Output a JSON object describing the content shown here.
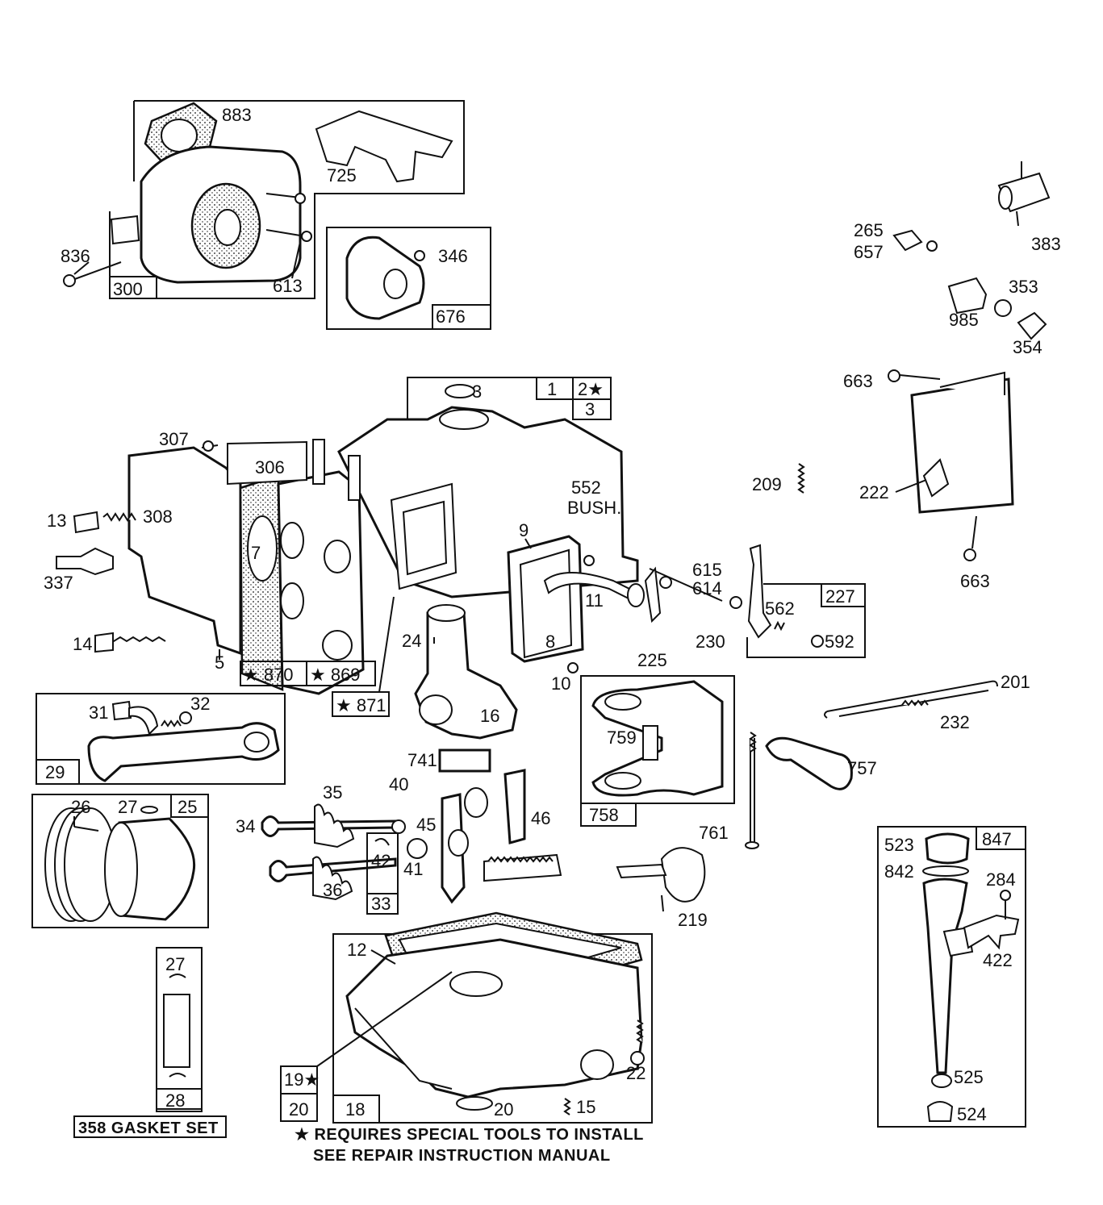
{
  "diagram": {
    "footnote_line1": "★ REQUIRES SPECIAL TOOLS TO INSTALL",
    "footnote_line2": "SEE REPAIR INSTRUCTION MANUAL",
    "gasket_set": "358 GASKET SET",
    "bush_label_top": "552",
    "bush_label_bottom": "BUSH.",
    "star_boxes": [
      "★ 870",
      "★ 869",
      "★ 871"
    ],
    "box_19": "19★",
    "box_2": "2★",
    "labels": {
      "p883": "883",
      "p725": "725",
      "p836": "836",
      "p300": "300",
      "p613": "613",
      "p346": "346",
      "p676": "676",
      "p265": "265",
      "p657": "657",
      "p383": "383",
      "p353": "353",
      "p985": "985",
      "p354": "354",
      "p663a": "663",
      "p663b": "663",
      "p222": "222",
      "p209": "209",
      "p3a": "3",
      "p1": "1",
      "p3b": "3",
      "p307": "307",
      "p306": "306",
      "p308": "308",
      "p13": "13",
      "p337": "337",
      "p7": "7",
      "p14": "14",
      "p5": "5",
      "p9": "9",
      "p24": "24",
      "p11": "11",
      "p8": "8",
      "p10": "10",
      "p615": "615",
      "p614": "614",
      "p227": "227",
      "p562": "562",
      "p230": "230",
      "p592": "592",
      "p225": "225",
      "p201": "201",
      "p232": "232",
      "p31": "31",
      "p32": "32",
      "p29": "29",
      "p16": "16",
      "p759": "759",
      "p758": "758",
      "p757": "757",
      "p741": "741",
      "p26": "26",
      "p27a": "27",
      "p25": "25",
      "p35": "35",
      "p40": "40",
      "p34": "34",
      "p45": "45",
      "p46": "46",
      "p41": "41",
      "p42": "42",
      "p36": "36",
      "p33": "33",
      "p761": "761",
      "p219": "219",
      "p523": "523",
      "p847": "847",
      "p842": "842",
      "p284": "284",
      "p422": "422",
      "p525": "525",
      "p524": "524",
      "p12": "12",
      "p27b": "27",
      "p28": "28",
      "p22": "22",
      "p18": "18",
      "p20a": "20",
      "p20b": "20",
      "p15": "15"
    }
  }
}
